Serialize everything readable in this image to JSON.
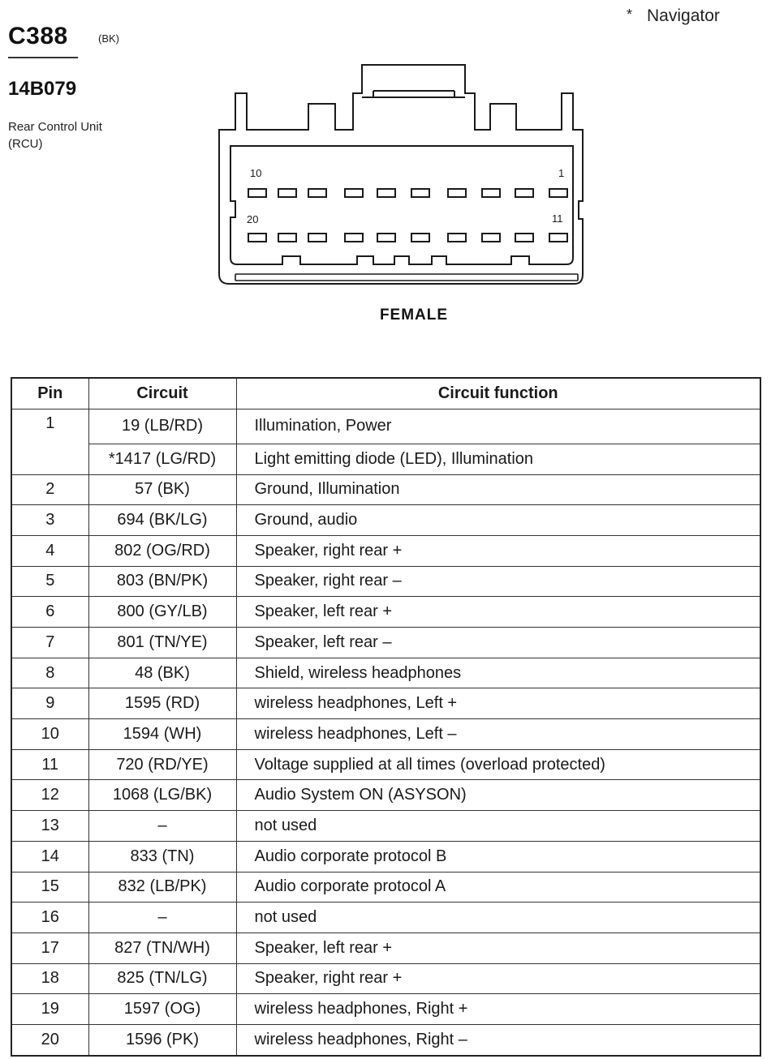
{
  "note": {
    "marker": "*",
    "text": "Navigator"
  },
  "connector": {
    "id": "C388",
    "color_code": "(BK)",
    "part_number": "14B079",
    "description_lines": [
      "Rear Control Unit",
      "(RCU)"
    ]
  },
  "diagram": {
    "pin_labels": {
      "top_left": "10",
      "top_right": "1",
      "bottom_left": "20",
      "bottom_right": "11"
    },
    "gender": "FEMALE"
  },
  "table": {
    "headers": [
      "Pin",
      "Circuit",
      "Circuit function"
    ],
    "rows": [
      {
        "pin": "1",
        "circuit": "19 (LB/RD)",
        "function": "Illumination, Power"
      },
      {
        "pin": "",
        "circuit": "*1417 (LG/RD)",
        "function": "Light emitting diode (LED), Illumination"
      },
      {
        "pin": "2",
        "circuit": "57 (BK)",
        "function": "Ground, Illumination"
      },
      {
        "pin": "3",
        "circuit": "694 (BK/LG)",
        "function": "Ground, audio"
      },
      {
        "pin": "4",
        "circuit": "802 (OG/RD)",
        "function": "Speaker, right rear  +"
      },
      {
        "pin": "5",
        "circuit": "803 (BN/PK)",
        "function": "Speaker, right rear  –"
      },
      {
        "pin": "6",
        "circuit": "800 (GY/LB)",
        "function": "Speaker, left rear  +"
      },
      {
        "pin": "7",
        "circuit": "801 (TN/YE)",
        "function": "Speaker, left rear  –"
      },
      {
        "pin": "8",
        "circuit": "48 (BK)",
        "function": "Shield, wireless headphones"
      },
      {
        "pin": "9",
        "circuit": "1595 (RD)",
        "function": "wireless headphones, Left +"
      },
      {
        "pin": "10",
        "circuit": "1594 (WH)",
        "function": "wireless headphones, Left –"
      },
      {
        "pin": "11",
        "circuit": "720 (RD/YE)",
        "function": "Voltage supplied at all times (overload protected)"
      },
      {
        "pin": "12",
        "circuit": "1068 (LG/BK)",
        "function": "Audio System ON (ASYSON)"
      },
      {
        "pin": "13",
        "circuit": "–",
        "function": "not used"
      },
      {
        "pin": "14",
        "circuit": "833 (TN)",
        "function": "Audio corporate protocol B"
      },
      {
        "pin": "15",
        "circuit": "832 (LB/PK)",
        "function": "Audio corporate protocol A"
      },
      {
        "pin": "16",
        "circuit": "–",
        "function": "not used"
      },
      {
        "pin": "17",
        "circuit": "827 (TN/WH)",
        "function": "Speaker, left rear  +"
      },
      {
        "pin": "18",
        "circuit": "825 (TN/LG)",
        "function": "Speaker, right rear  +"
      },
      {
        "pin": "19",
        "circuit": "1597 (OG)",
        "function": "wireless headphones, Right +"
      },
      {
        "pin": "20",
        "circuit": "1596 (PK)",
        "function": "wireless headphones, Right –"
      }
    ]
  }
}
